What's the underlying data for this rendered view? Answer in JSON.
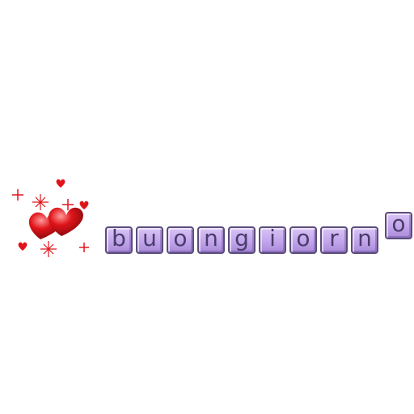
{
  "greeting": {
    "letters": [
      "b",
      "u",
      "o",
      "n",
      "g",
      "i",
      "o",
      "r",
      "n",
      "o"
    ]
  },
  "colors": {
    "tile": "#c2a5ec",
    "tile_border": "#5b4d7a",
    "text": "#4a3d6a",
    "heart": "#e0141a"
  }
}
